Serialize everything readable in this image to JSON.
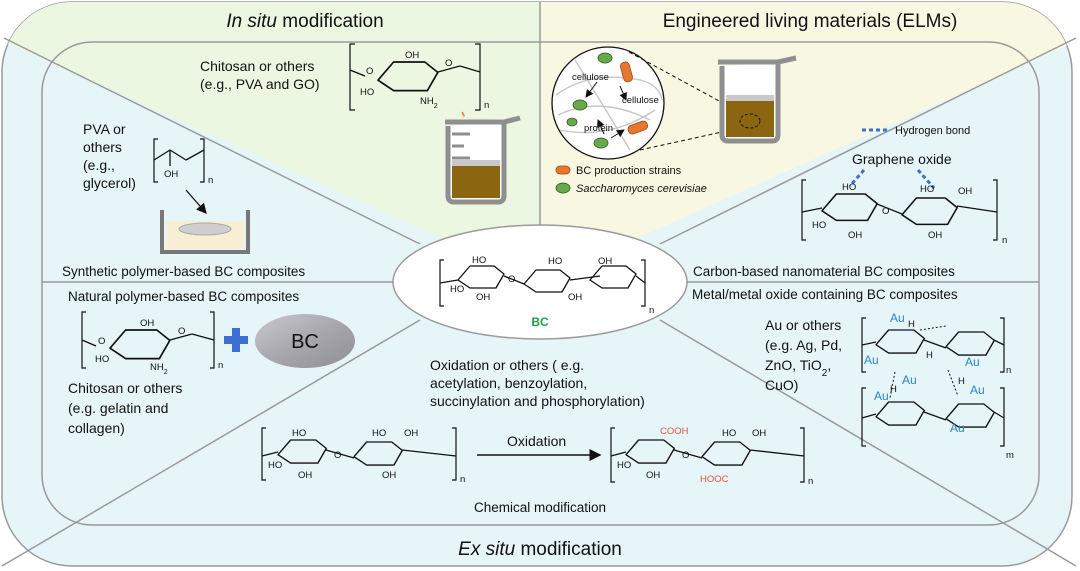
{
  "colors": {
    "frame_fill": "#e6f5f8",
    "frame_stroke": "#9a9a9a",
    "top_panel_fill": "#ecf7e2",
    "elm_panel_fill": "#f7f7e2",
    "divider": "#9a9a9a",
    "accent_blue": "#3b6fd1",
    "gold_au": "#2a86c6",
    "bc_green": "#1ea04a",
    "red_group": "#e8543b",
    "strain_orange": "#e8772e",
    "yeast_green": "#6aa84f",
    "liquid": "#8c6510"
  },
  "titles": {
    "in_situ": {
      "em": "In situ",
      "rest": " modification"
    },
    "elm": "Engineered living materials (ELMs)",
    "ex_situ": {
      "em": "Ex situ",
      "rest": " modification"
    }
  },
  "center": {
    "bc_label": "BC",
    "subscript": "n"
  },
  "in_situ_panel": {
    "line1": "Chitosan or others",
    "line2": "(e.g., PVA and GO)"
  },
  "elm_panel": {
    "cellulose_1": "cellulose",
    "cellulose_2": "cellulose",
    "protein": "protein",
    "legend_strains": "BC production strains",
    "legend_yeast": "Saccharomyces cerevisiae"
  },
  "synthetic": {
    "line1": "PVA or",
    "line2": "others",
    "line3": "(e.g.,",
    "line4": "glycerol)",
    "label": "Synthetic polymer-based BC composites",
    "oh": "OH",
    "n": "n"
  },
  "natural": {
    "label": "Natural polymer-based BC composites",
    "line1": "Chitosan or others",
    "line2": "(e.g. gelatin and",
    "line3": "collagen)",
    "bc_disk": "BC"
  },
  "carbon": {
    "legend": "Hydrogen bond",
    "graphene": "Graphene oxide",
    "label": "Carbon-based nanomaterial BC composites"
  },
  "metal": {
    "label": "Metal/metal oxide containing BC composites",
    "line1": "Au or others",
    "line2": "(e.g. Ag, Pd,",
    "line3a": "ZnO, TiO",
    "line3sub": "2",
    "line3b": ",",
    "line4": "CuO)",
    "au": "Au",
    "n": "n",
    "m": "m"
  },
  "chemical": {
    "line1": "Oxidation or others ( e.g.",
    "line2": "acetylation, benzoylation,",
    "line3": "succinylation and phosphorylation)",
    "arrow_label": "Oxidation",
    "label": "Chemical modification",
    "cooh": "COOH",
    "hooc": "HOOC"
  },
  "chem_labels": {
    "oh": "OH",
    "ho": "HO",
    "nh2": "NH",
    "two": "2",
    "o": "O",
    "n": "n"
  }
}
